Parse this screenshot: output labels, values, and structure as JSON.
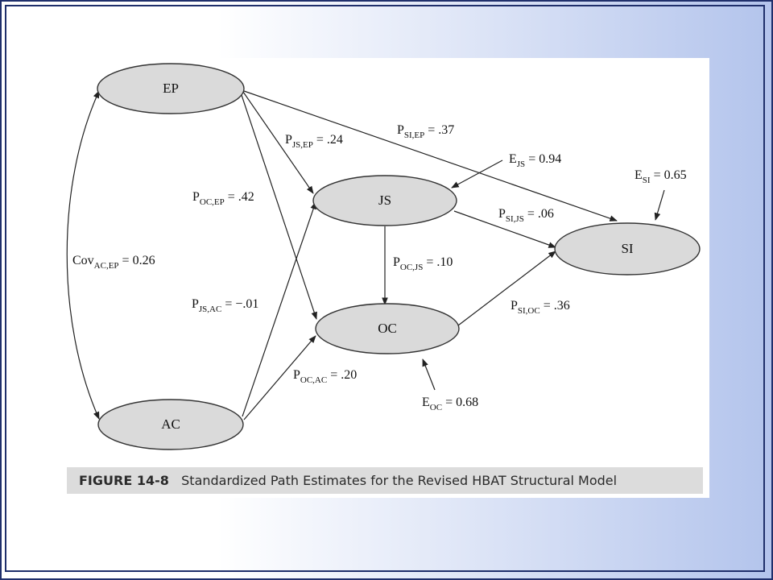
{
  "nodes": {
    "EP": "EP",
    "JS": "JS",
    "OC": "OC",
    "AC": "AC",
    "SI": "SI"
  },
  "paths": {
    "js_ep": {
      "sym": "P",
      "sub": "JS,EP",
      "val": " = .24"
    },
    "si_ep": {
      "sym": "P",
      "sub": "SI,EP",
      "val": " = .37"
    },
    "oc_ep": {
      "sym": "P",
      "sub": "OC,EP",
      "val": " = .42"
    },
    "si_js": {
      "sym": "P",
      "sub": "SI,JS",
      "val": " = .06"
    },
    "oc_js": {
      "sym": "P",
      "sub": "OC,JS",
      "val": " = .10"
    },
    "js_ac": {
      "sym": "P",
      "sub": "JS,AC",
      "val": " = −.01"
    },
    "si_oc": {
      "sym": "P",
      "sub": "SI,OC",
      "val": " = .36"
    },
    "oc_ac": {
      "sym": "P",
      "sub": "OC,AC",
      "val": " = .20"
    }
  },
  "errors": {
    "js": {
      "sym": "E",
      "sub": "JS",
      "val": " = 0.94"
    },
    "si": {
      "sym": "E",
      "sub": "SI",
      "val": " = 0.65"
    },
    "oc": {
      "sym": "E",
      "sub": "OC",
      "val": " = 0.68"
    }
  },
  "covariance": {
    "sym": "Cov",
    "sub": "AC,EP",
    "val": " = 0.26"
  },
  "caption": {
    "figure_number": "FIGURE 14-8",
    "title": "Standardized Path Estimates for the Revised HBAT Structural Model"
  }
}
